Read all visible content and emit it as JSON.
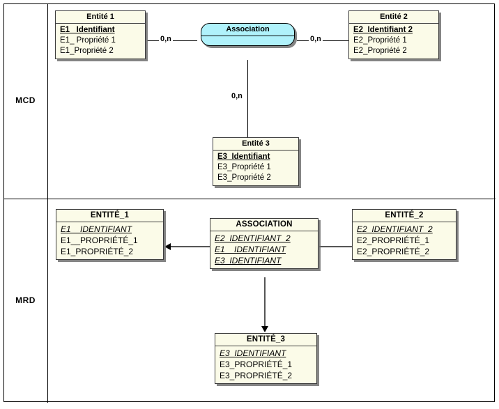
{
  "diagram": {
    "rows": [
      {
        "label": "MCD"
      },
      {
        "label": "MRD"
      }
    ]
  },
  "mcd": {
    "entities": [
      {
        "title": "Entité 1",
        "attrs": [
          {
            "text": "E1_ Identifiant",
            "key": true
          },
          {
            "text": "E1_ Propriété 1",
            "key": false
          },
          {
            "text": "E1_Propriété 2",
            "key": false
          }
        ]
      },
      {
        "title": "Entité 2",
        "attrs": [
          {
            "text": "E2_Identifiant 2",
            "key": true
          },
          {
            "text": "E2_Propriété 1",
            "key": false
          },
          {
            "text": "E2_Propriété 2",
            "key": false
          }
        ]
      },
      {
        "title": "Entité 3",
        "attrs": [
          {
            "text": "E3_Identifiant",
            "key": true
          },
          {
            "text": "E3_Propriété 1",
            "key": false
          },
          {
            "text": "E3_Propriété 2",
            "key": false
          }
        ]
      }
    ],
    "association": {
      "title": "Association"
    },
    "cardinalities": {
      "left": "0,n",
      "right": "0,n",
      "bottom": "0,n"
    }
  },
  "mrd": {
    "tables": [
      {
        "title": "ENTITÉ_1",
        "attrs": [
          {
            "text": "E1__IDENTIFIANT",
            "key": true
          },
          {
            "text": "E1__PROPRIÉTÉ_1",
            "key": false
          },
          {
            "text": "E1_PROPRIÉTÉ_2",
            "key": false
          }
        ]
      },
      {
        "title": "ASSOCIATION",
        "attrs": [
          {
            "text": "E2_IDENTIFIANT_2",
            "key": true
          },
          {
            "text": "E1__IDENTIFIANT",
            "key": true
          },
          {
            "text": "E3_IDENTIFIANT",
            "key": true
          }
        ]
      },
      {
        "title": "ENTITÉ_2",
        "attrs": [
          {
            "text": "E2_IDENTIFIANT_2",
            "key": true
          },
          {
            "text": "E2_PROPRIÉTÉ_1",
            "key": false
          },
          {
            "text": "E2_PROPRIÉTÉ_2",
            "key": false
          }
        ]
      },
      {
        "title": "ENTITÉ_3",
        "attrs": [
          {
            "text": "E3_IDENTIFIANT",
            "key": true
          },
          {
            "text": "E3_PROPRIÉTÉ_1",
            "key": false
          },
          {
            "text": "E3_PROPRIÉTÉ_2",
            "key": false
          }
        ]
      }
    ]
  },
  "colors": {
    "entity_fill": "#fbfbe8",
    "association_fill": "#b0f2fb",
    "border": "#3b3b3b",
    "shadow": "#6e6e6e",
    "arrow": "#555555"
  }
}
